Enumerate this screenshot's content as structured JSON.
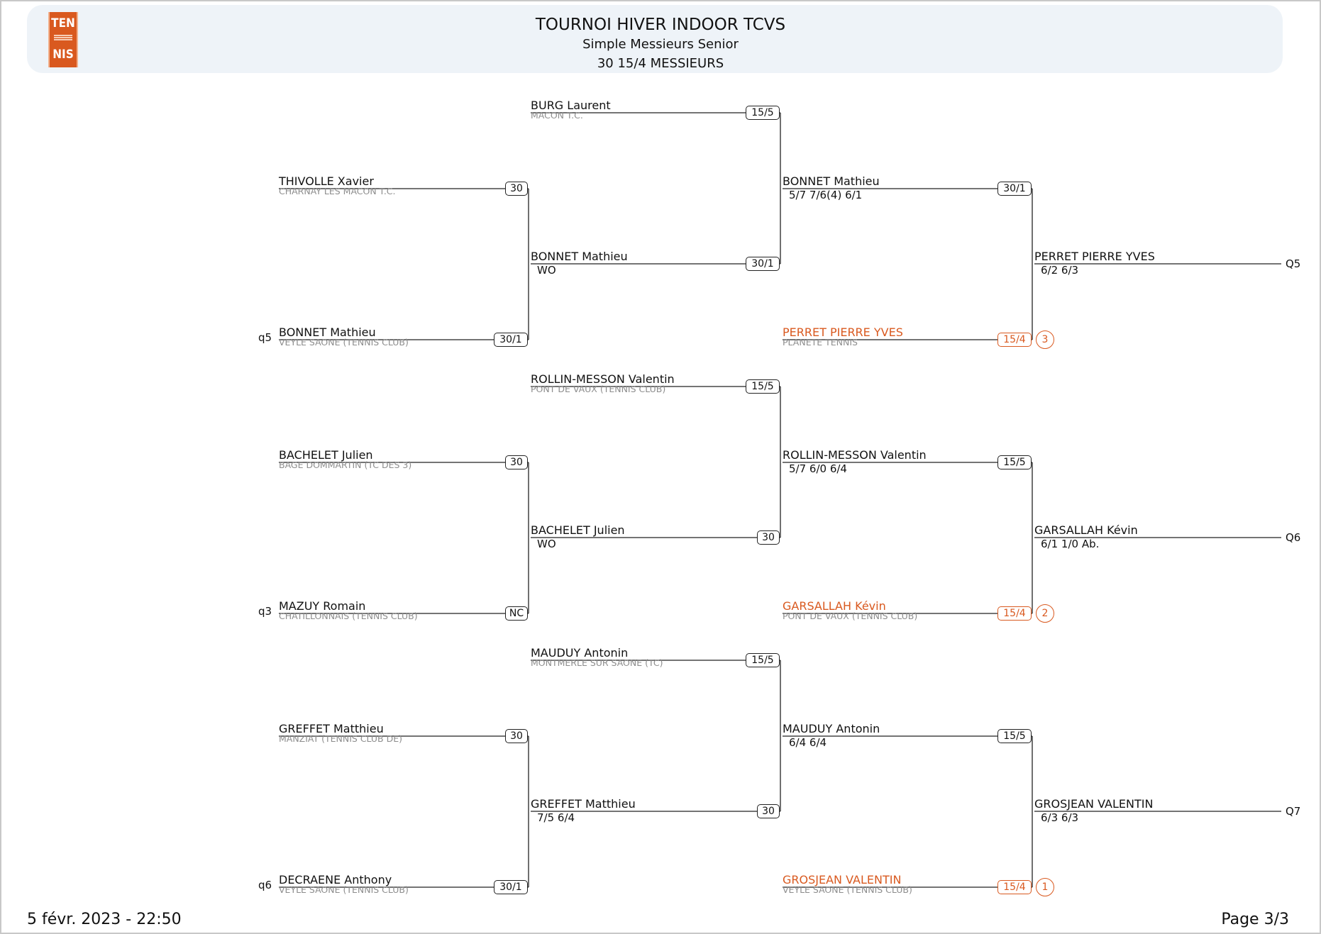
{
  "header": {
    "title": "TOURNOI HIVER INDOOR TCVS",
    "subtitle": "Simple Messieurs Senior",
    "category": "30 15/4 MESSIEURS",
    "logo": {
      "line1": "TEN",
      "line2": "NIS",
      "brand_color": "#d9591f"
    }
  },
  "footer": {
    "date": "5 févr. 2023 - 22:50",
    "page": "Page 3/3"
  },
  "colors": {
    "line": "#222222",
    "club": "#8d8d8d",
    "seed": "#d9591f"
  },
  "sections": [
    {
      "r1_top": {
        "name": "THIVOLLE Xavier",
        "club": "CHARNAY LES MACON T.C.",
        "rank": "30"
      },
      "r1_bottom": {
        "name": "BONNET Mathieu",
        "club": "VEYLE SAONE (TENNIS CLUB)",
        "rank": "30/1",
        "qualifier": "q5"
      },
      "r2_top": {
        "name": "BURG Laurent",
        "club": "MACON T.C.",
        "rank": "15/5"
      },
      "r2_bottom": {
        "name": "BONNET Mathieu",
        "score": "WO",
        "rank": "30/1"
      },
      "r3_top": {
        "name": "BONNET Mathieu",
        "score": "5/7 7/6(4) 6/1",
        "rank": "30/1"
      },
      "r3_bottom": {
        "name": "PERRET PIERRE YVES",
        "club": "PLANETE TENNIS",
        "rank": "15/4",
        "seed": "3"
      },
      "final": {
        "name": "PERRET PIERRE YVES",
        "score": "6/2 6/3",
        "label": "Q5"
      }
    },
    {
      "r1_top": {
        "name": "BACHELET Julien",
        "club": "BAGE DOMMARTIN (TC DES 3)",
        "rank": "30"
      },
      "r1_bottom": {
        "name": "MAZUY Romain",
        "club": "CHATILLONNAIS (TENNIS CLUB)",
        "rank": "NC",
        "qualifier": "q3"
      },
      "r2_top": {
        "name": "ROLLIN-MESSON Valentin",
        "club": "PONT DE VAUX (TENNIS CLUB)",
        "rank": "15/5"
      },
      "r2_bottom": {
        "name": "BACHELET Julien",
        "score": "WO",
        "rank": "30"
      },
      "r3_top": {
        "name": "ROLLIN-MESSON Valentin",
        "score": "5/7 6/0 6/4",
        "rank": "15/5"
      },
      "r3_bottom": {
        "name": "GARSALLAH Kévin",
        "club": "PONT DE VAUX (TENNIS CLUB)",
        "rank": "15/4",
        "seed": "2"
      },
      "final": {
        "name": "GARSALLAH Kévin",
        "score": "6/1 1/0  Ab.",
        "label": "Q6"
      }
    },
    {
      "r1_top": {
        "name": "GREFFET Matthieu",
        "club": "MANZIAT (TENNIS CLUB DE)",
        "rank": "30"
      },
      "r1_bottom": {
        "name": "DECRAENE Anthony",
        "club": "VEYLE SAONE (TENNIS CLUB)",
        "rank": "30/1",
        "qualifier": "q6"
      },
      "r2_top": {
        "name": "MAUDUY Antonin",
        "club": "MONTMERLE SUR SAONE (TC)",
        "rank": "15/5"
      },
      "r2_bottom": {
        "name": "GREFFET Matthieu",
        "score": "7/5 6/4",
        "rank": "30"
      },
      "r3_top": {
        "name": "MAUDUY Antonin",
        "score": "6/4 6/4",
        "rank": "15/5"
      },
      "r3_bottom": {
        "name": "GROSJEAN VALENTIN",
        "club": "VEYLE SAONE (TENNIS CLUB)",
        "rank": "15/4",
        "seed": "1"
      },
      "final": {
        "name": "GROSJEAN VALENTIN",
        "score": "6/3 6/3",
        "label": "Q7"
      }
    }
  ]
}
